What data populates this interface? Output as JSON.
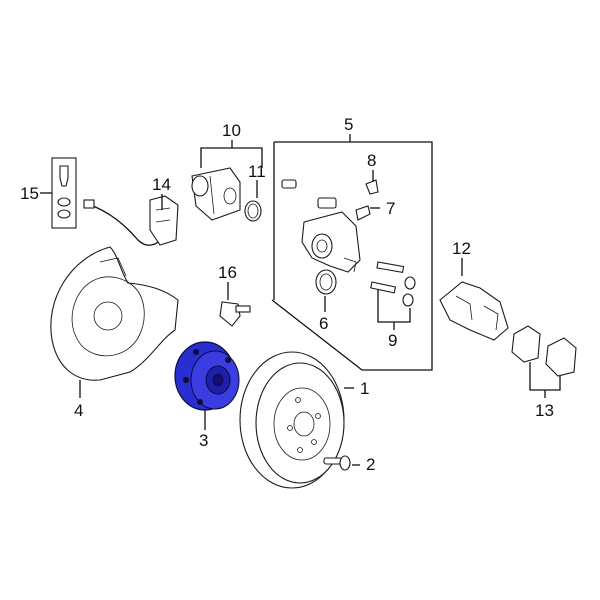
{
  "diagram": {
    "highlight_color": "#2a2ecf",
    "callouts": [
      {
        "id": "c1",
        "text": "1"
      },
      {
        "id": "c2",
        "text": "2"
      },
      {
        "id": "c3",
        "text": "3"
      },
      {
        "id": "c4",
        "text": "4"
      },
      {
        "id": "c5",
        "text": "5"
      },
      {
        "id": "c6",
        "text": "6"
      },
      {
        "id": "c7",
        "text": "7"
      },
      {
        "id": "c8",
        "text": "8"
      },
      {
        "id": "c9",
        "text": "9"
      },
      {
        "id": "c10",
        "text": "10"
      },
      {
        "id": "c11",
        "text": "11"
      },
      {
        "id": "c12",
        "text": "12"
      },
      {
        "id": "c13",
        "text": "13"
      },
      {
        "id": "c14",
        "text": "14"
      },
      {
        "id": "c15",
        "text": "15"
      },
      {
        "id": "c16",
        "text": "16"
      }
    ]
  }
}
